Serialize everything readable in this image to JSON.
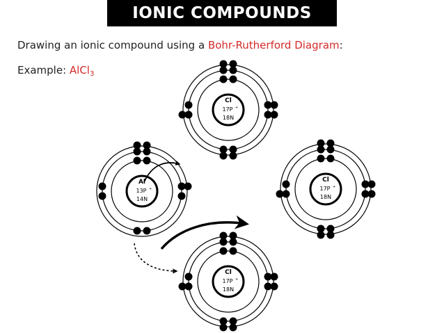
{
  "header": {
    "title": "IONIC COMPOUNDS"
  },
  "intro": {
    "prefix": "Drawing an ionic compound using a ",
    "highlight": "Bohr-Rutherford Diagram",
    "suffix": ":"
  },
  "example": {
    "label": "Example: ",
    "formula_base": "AlCl",
    "formula_subscript": "3"
  },
  "colors": {
    "highlight": "#d42a2a",
    "header_bg": "#000000",
    "ink": "#000000"
  },
  "atoms": [
    {
      "id": "cl-top",
      "symbol": "Cl",
      "protons_label": "17P",
      "charge_sup": "+",
      "neutrons_label": "18N",
      "shells": [
        2,
        8,
        7
      ]
    },
    {
      "id": "al-left",
      "symbol": "Al",
      "protons_label": "13P",
      "charge_sup": "+",
      "neutrons_label": "14N",
      "shells": [
        2,
        8,
        3
      ]
    },
    {
      "id": "cl-right",
      "symbol": "Cl",
      "protons_label": "17P",
      "charge_sup": "+",
      "neutrons_label": "18N",
      "shells": [
        2,
        8,
        7
      ]
    },
    {
      "id": "cl-bottom",
      "symbol": "Cl",
      "protons_label": "17P",
      "charge_sup": "+",
      "neutrons_label": "18N",
      "shells": [
        2,
        8,
        7
      ]
    }
  ],
  "arrows": [
    {
      "name": "arrow-al-to-cl-top"
    },
    {
      "name": "arrow-al-to-cl-bottom-curved"
    },
    {
      "name": "arrow-al-to-cl-bottom-dashed"
    }
  ]
}
